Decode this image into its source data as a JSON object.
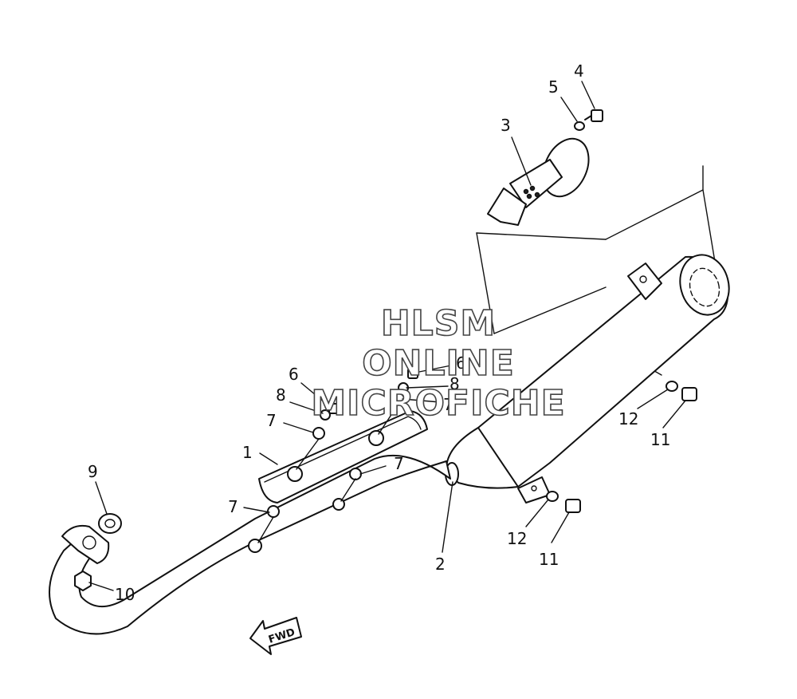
{
  "callouts": [
    {
      "id": "c-1",
      "text": "1"
    },
    {
      "id": "c-2",
      "text": "2"
    },
    {
      "id": "c-3",
      "text": "3"
    },
    {
      "id": "c-4",
      "text": "4"
    },
    {
      "id": "c-5",
      "text": "5"
    },
    {
      "id": "c-6a",
      "text": "6"
    },
    {
      "id": "c-6b",
      "text": "6"
    },
    {
      "id": "c-7a",
      "text": "7"
    },
    {
      "id": "c-7b",
      "text": "7"
    },
    {
      "id": "c-7c",
      "text": "7"
    },
    {
      "id": "c-7d",
      "text": "7"
    },
    {
      "id": "c-8a",
      "text": "8"
    },
    {
      "id": "c-8b",
      "text": "8"
    },
    {
      "id": "c-9",
      "text": "9"
    },
    {
      "id": "c-10",
      "text": "10"
    },
    {
      "id": "c-11a",
      "text": "11"
    },
    {
      "id": "c-11b",
      "text": "11"
    },
    {
      "id": "c-12a",
      "text": "12"
    },
    {
      "id": "c-12b",
      "text": "12"
    }
  ],
  "direction_label": "FWD",
  "watermark": {
    "line1": "HLSM",
    "line2": "ONLINE",
    "line3": "MICROFICHE"
  }
}
